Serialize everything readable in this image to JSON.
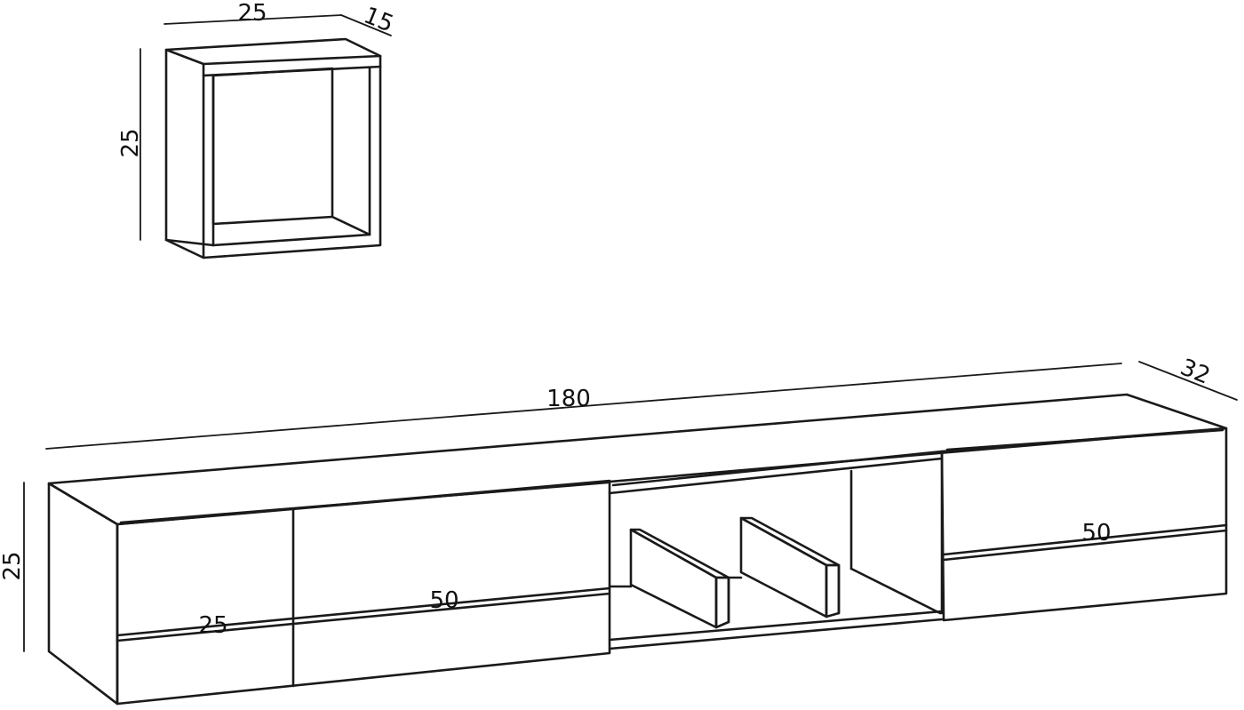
{
  "cube_shelf": {
    "width": "25",
    "depth": "15",
    "height": "25"
  },
  "tv_unit": {
    "total_width": "180",
    "depth": "32",
    "height": "25",
    "left_small_door_width": "25",
    "left_door_width": "50",
    "right_door_width": "50"
  }
}
